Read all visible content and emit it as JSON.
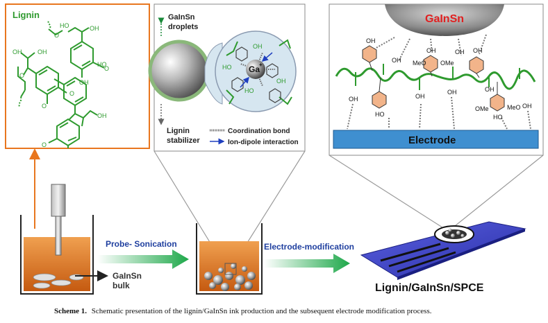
{
  "panels": {
    "lignin": {
      "title": "Lignin",
      "groups": [
        "HO",
        "OH",
        "OH",
        "OH",
        "HO",
        "OH",
        "OH",
        "O",
        "O",
        "O",
        "O",
        "O",
        "O"
      ]
    },
    "droplets": {
      "droplets_label": "GaInSn\ndroplets",
      "ion_label": "Ga",
      "ion_charge": "+",
      "stabilizer_label": "Lignin\nstabilizer",
      "legend_coordination": "Coordination bond",
      "legend_ion_dipole": "Ion-dipole interaction"
    },
    "electrode": {
      "metal_label": "GaInSn",
      "electrode_label": "Electrode",
      "groups": [
        "OH",
        "OH",
        "OH",
        "OH",
        "OH",
        "MeO",
        "OMe",
        "OH",
        "OH",
        "OH",
        "HO",
        "HO",
        "OMe",
        "MeO",
        "OH",
        "OH"
      ]
    }
  },
  "process": {
    "bulk_label": "GaInSn\nbulk",
    "step1_label": "Probe- Sonication",
    "step2_label": "Electrode-modification",
    "product_label": "Lignin/GaInSn/SPCE"
  },
  "caption": {
    "prefix": "Scheme 1.",
    "text": "Schematic presentation of the lignin/GaInSn ink production and the subsequent electrode modification process."
  },
  "colors": {
    "lignin_green": "#2e9a2e",
    "orange": "#e8761e",
    "electrode_blue": "#3f8fd0",
    "metal_red": "#e02020",
    "arrow_green": "#1ea84a",
    "spce_blue": "#3b43c8"
  }
}
